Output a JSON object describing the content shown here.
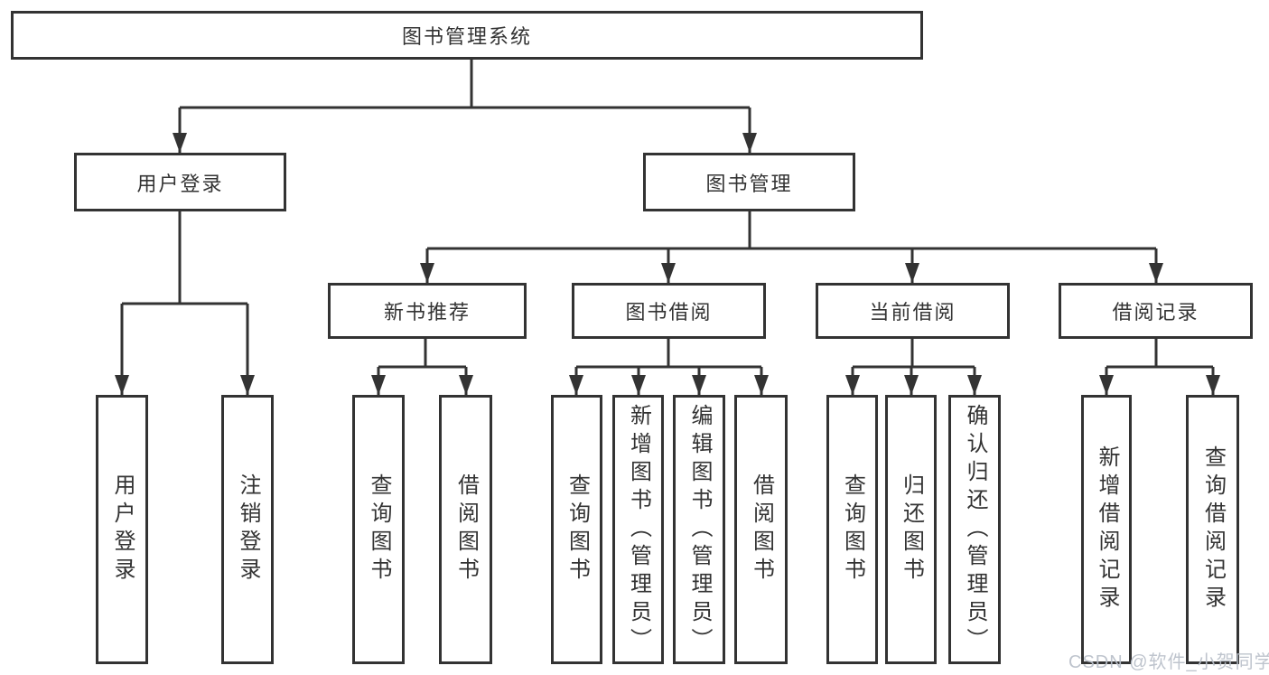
{
  "tree": {
    "label": "图书管理系统",
    "children": [
      {
        "label": "用户登录",
        "children": [
          {
            "label": "用户登录"
          },
          {
            "label": "注销登录"
          }
        ]
      },
      {
        "label": "图书管理",
        "children": [
          {
            "label": "新书推荐",
            "children": [
              {
                "label": "查询图书"
              },
              {
                "label": "借阅图书"
              }
            ]
          },
          {
            "label": "图书借阅",
            "children": [
              {
                "label": "查询图书"
              },
              {
                "label": "新增图书（管理员）"
              },
              {
                "label": "编辑图书（管理员）"
              },
              {
                "label": "借阅图书"
              }
            ]
          },
          {
            "label": "当前借阅",
            "children": [
              {
                "label": "查询图书"
              },
              {
                "label": "归还图书"
              },
              {
                "label": "确认归还（管理员）"
              }
            ]
          },
          {
            "label": "借阅记录",
            "children": [
              {
                "label": "新增借阅记录"
              },
              {
                "label": "查询借阅记录"
              }
            ]
          }
        ]
      }
    ]
  },
  "watermark": {
    "text": "CSDN @软件_小贺同学"
  },
  "colors": {
    "line": "#333333",
    "box_border": "#333333",
    "text": "#333333",
    "background": "#ffffff",
    "watermark": "#b9bfc9"
  }
}
